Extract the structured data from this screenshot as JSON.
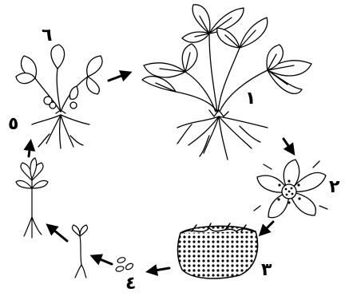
{
  "stages": [
    {
      "id": "1",
      "label": "١",
      "icon": "mature-strawberry-plant"
    },
    {
      "id": "2",
      "label": "٢",
      "icon": "strawberry-flower"
    },
    {
      "id": "3",
      "label": "٣",
      "icon": "strawberry-fruit"
    },
    {
      "id": "4",
      "label": "٤",
      "icon": "strawberry-seeds"
    },
    {
      "id": "5",
      "label": "٥",
      "icon": "seedling"
    },
    {
      "id": "6",
      "label": "٦",
      "icon": "young-plant"
    }
  ],
  "colors": {
    "ink": "#000000",
    "background": "#ffffff"
  }
}
